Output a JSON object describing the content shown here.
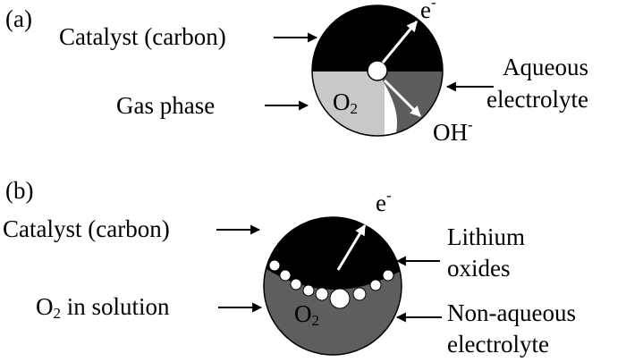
{
  "panel_a": {
    "tag": "(a)",
    "catalyst_label": "Catalyst (carbon)",
    "gas_label": "Gas phase",
    "electrolyte_label_line1": "Aqueous",
    "electrolyte_label_line2": "electrolyte",
    "electron": {
      "base": "e",
      "sup": "-"
    },
    "o2": {
      "base": "O",
      "sub": "2"
    },
    "hydroxide": {
      "base": "OH",
      "sup": "-"
    }
  },
  "panel_b": {
    "tag": "(b)",
    "catalyst_label": "Catalyst (carbon)",
    "o2_solution_label": {
      "base": "O",
      "sub": "2",
      "rest": " in solution"
    },
    "lithium_label_line1": "Lithium",
    "lithium_label_line2": "oxides",
    "electrolyte_label_line1": "Non-aqueous",
    "electrolyte_label_line2": "electrolyte",
    "electron": {
      "base": "e",
      "sup": "-"
    },
    "o2": {
      "base": "O",
      "sub": "2"
    }
  },
  "colors": {
    "catalyst": "#000000",
    "gas_phase": "#c8c8c8",
    "aqueous_electrolyte": "#5c5c5c",
    "non_aqueous_electrolyte": "#5e5e5e",
    "bubble": "#ffffff"
  }
}
